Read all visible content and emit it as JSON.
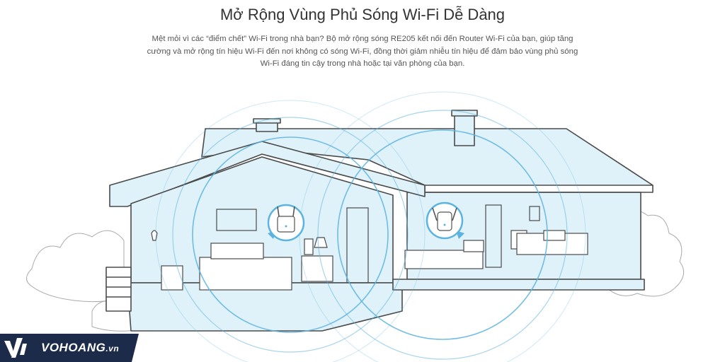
{
  "heading": "Mở Rộng Vùng Phủ Sóng Wi-Fi Dễ Dàng",
  "description": [
    "Mệt mỏi vì các “điểm chết” Wi-Fi trong nhà bạn? Bộ mở rộng sóng RE205 kết nối đến Router Wi-Fi của bạn, giúp tăng",
    "cường và mở rộng tín hiệu Wi-Fi đến nơi không có sóng Wi-Fi, đồng thời giảm nhiễu tín hiệu để đảm bảo vùng phủ sóng",
    "Wi-Fi đáng tin cậy trong nhà hoặc tại văn phòng của bạn."
  ],
  "watermark": {
    "brand": "VOHOANG",
    "suffix": ".vn",
    "badge_color": "#1c2b4a"
  },
  "colors": {
    "house_fill": "#dff2fa",
    "signal_ring": "#5cb3df",
    "line": "#4a4a4a"
  },
  "icons": {
    "router": "router-icon",
    "extender": "range-extender-icon",
    "logo": "vh-logo-icon"
  }
}
